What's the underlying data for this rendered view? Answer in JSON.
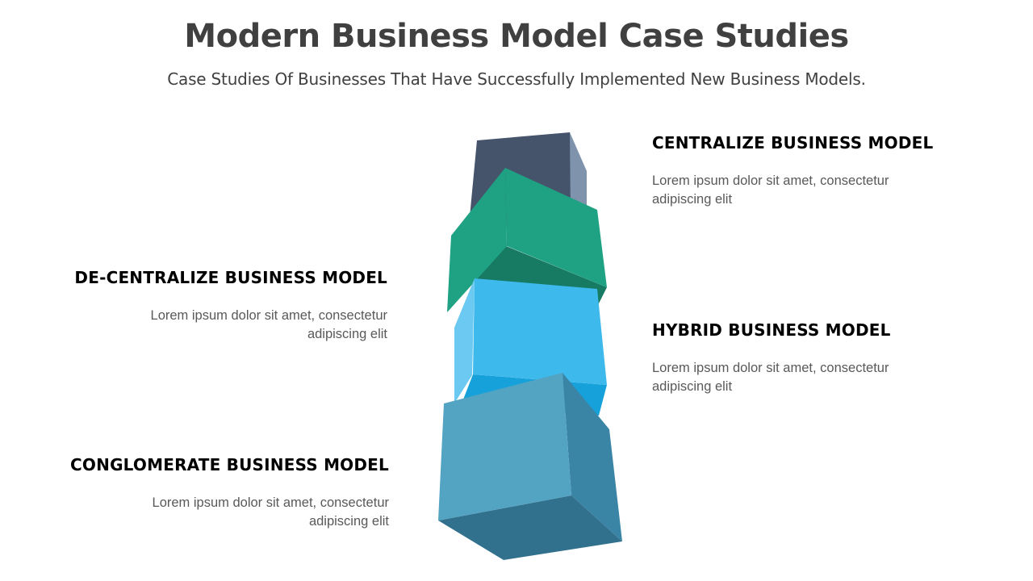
{
  "header": {
    "title": "Modern Business Model Case Studies",
    "subtitle": "Case Studies Of Businesses That Have Successfully Implemented New Business Models."
  },
  "items": [
    {
      "heading": "CENTRALIZE BUSINESS MODEL",
      "description": "Lorem ipsum dolor sit amet, consectetur adipiscing elit",
      "side": "right",
      "color": "#45546B"
    },
    {
      "heading": "DE-CENTRALIZE BUSINESS MODEL",
      "description": "Lorem ipsum dolor sit amet, consectetur adipiscing elit",
      "side": "left",
      "color": "#1FA283"
    },
    {
      "heading": "HYBRID BUSINESS MODEL",
      "description": "Lorem ipsum dolor sit amet, consectetur adipiscing elit",
      "side": "right",
      "color": "#3EB9EC"
    },
    {
      "heading": "CONGLOMERATE BUSINESS MODEL",
      "description": "Lorem ipsum dolor sit amet, consectetur adipiscing elit",
      "side": "left",
      "color": "#53A3C2"
    }
  ]
}
